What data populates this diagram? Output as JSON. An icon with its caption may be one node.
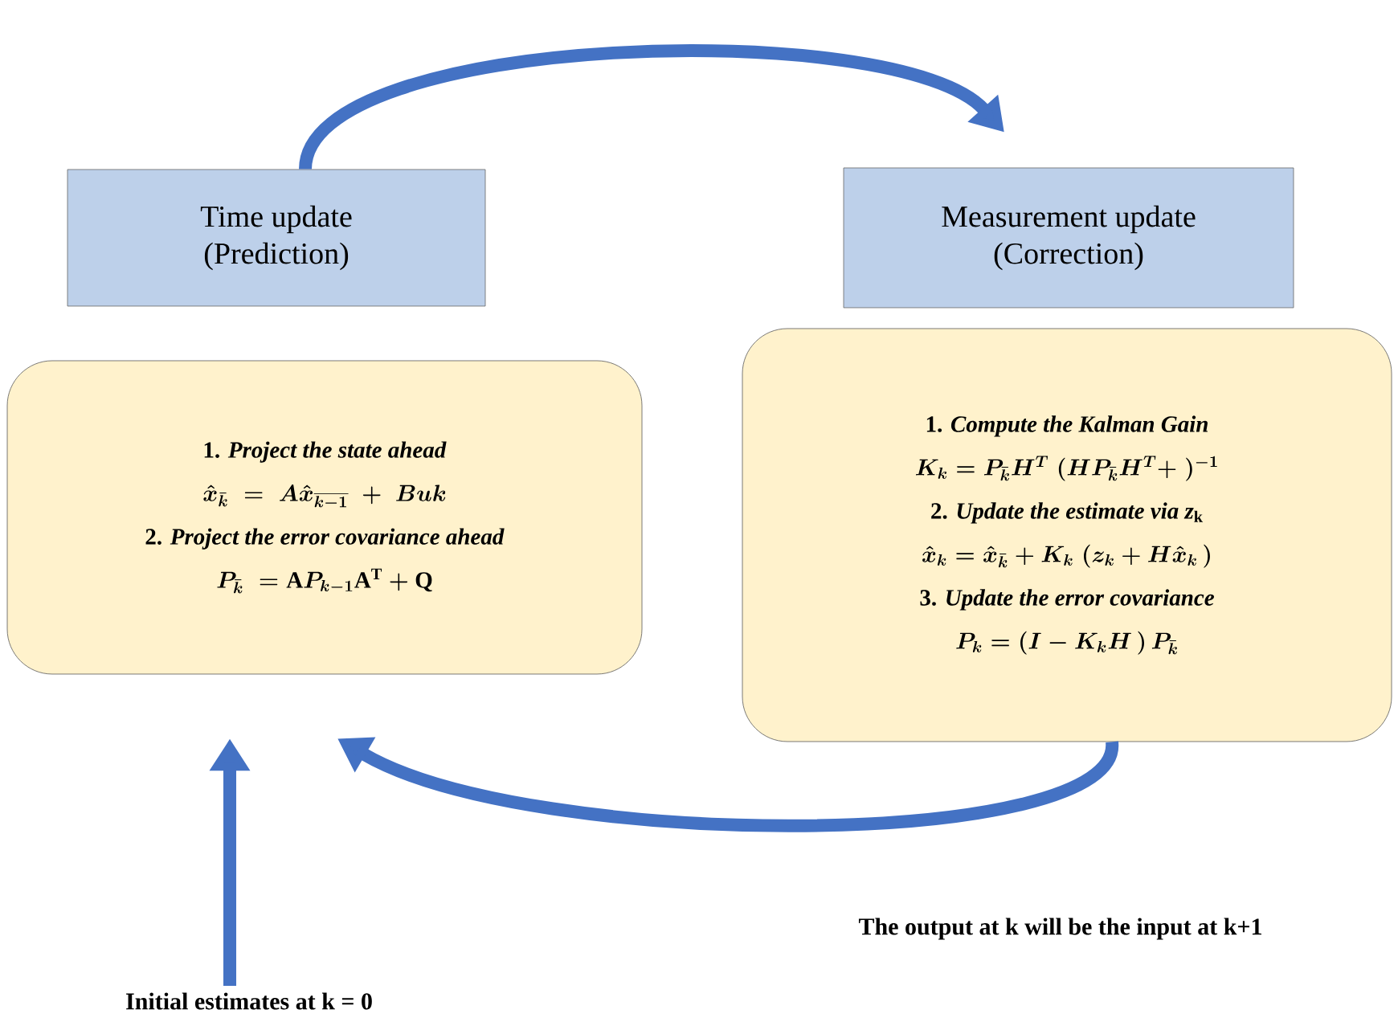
{
  "diagram": {
    "nodes": [
      {
        "text": [
          "Time update (Prediction)"
        ]
      },
      {
        "text": [
          "Measurement update (Correction)"
        ]
      },
      {
        "text": [
          "1. *Project the state ahead*",
          "\\hat{x}_{\\bar{k}} \\;=\\; A\\hat{x}_{\\overline{k-1}} \\;+\\; Buk",
          "2. *Project the error covariance ahead*",
          "P_{\\bar{k}} \\;= \\mathrm{A}P_{k-1}\\mathrm{A}^{\\mathrm{T}} + \\mathrm{Q}"
        ]
      },
      {
        "text": [
          "1. *Compute the Kalman Gain*",
          "K_k = P_{\\bar{k}}H^T\\;(HP_{\\bar{k}}H^T +\\;)^{-1}",
          "2. *Update the estimate via z*$_{k}$",
          "\\hat{x}_k = \\hat{x}_{\\bar{k}} + K_k\\;(z_k + H\\hat{x}_k\\,)",
          "3. *Update the error covariance*",
          "P_k = (I - K_kH\\,)\\,P_{\\bar{k}}"
        ]
      },
      {
        "text": [
          "Initial estimates at k = 0"
        ]
      }
    ],
    "edges": [
      {
        "from": 0,
        "to": 1,
        "arrow": "to"
      },
      {
        "from": 3,
        "to": 2,
        "arrow": "to"
      },
      {
        "from": 4,
        "to": 2,
        "arrow": "to"
      }
    ],
    "labels": [
      "The output at k will be the input at k+1"
    ]
  }
}
